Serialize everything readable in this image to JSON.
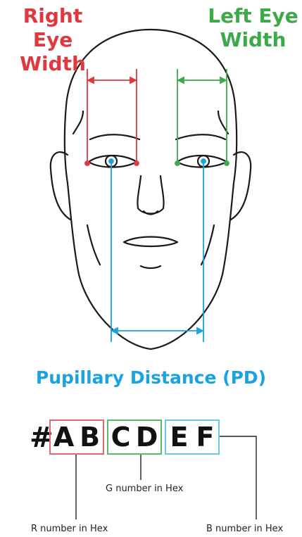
{
  "labels": {
    "right_eye": "Right Eye Width",
    "left_eye": "Left Eye Width",
    "pd": "Pupillary Distance (PD)"
  },
  "hex_code": {
    "hash": "#",
    "r_pair": [
      "A",
      "B"
    ],
    "g_pair": [
      "C",
      "D"
    ],
    "b_pair": [
      "E",
      "F"
    ]
  },
  "captions": {
    "r": "R number in Hex",
    "g": "G number in Hex",
    "b": "B number in Hex"
  },
  "colors": {
    "right_eye": "#e0383e",
    "left_eye": "#3daa4a",
    "pd": "#1aa3e0",
    "r_box": "#e06a6e",
    "g_box": "#5fb868",
    "b_box": "#6fc4ea",
    "line_art": "#1a1a1a"
  }
}
